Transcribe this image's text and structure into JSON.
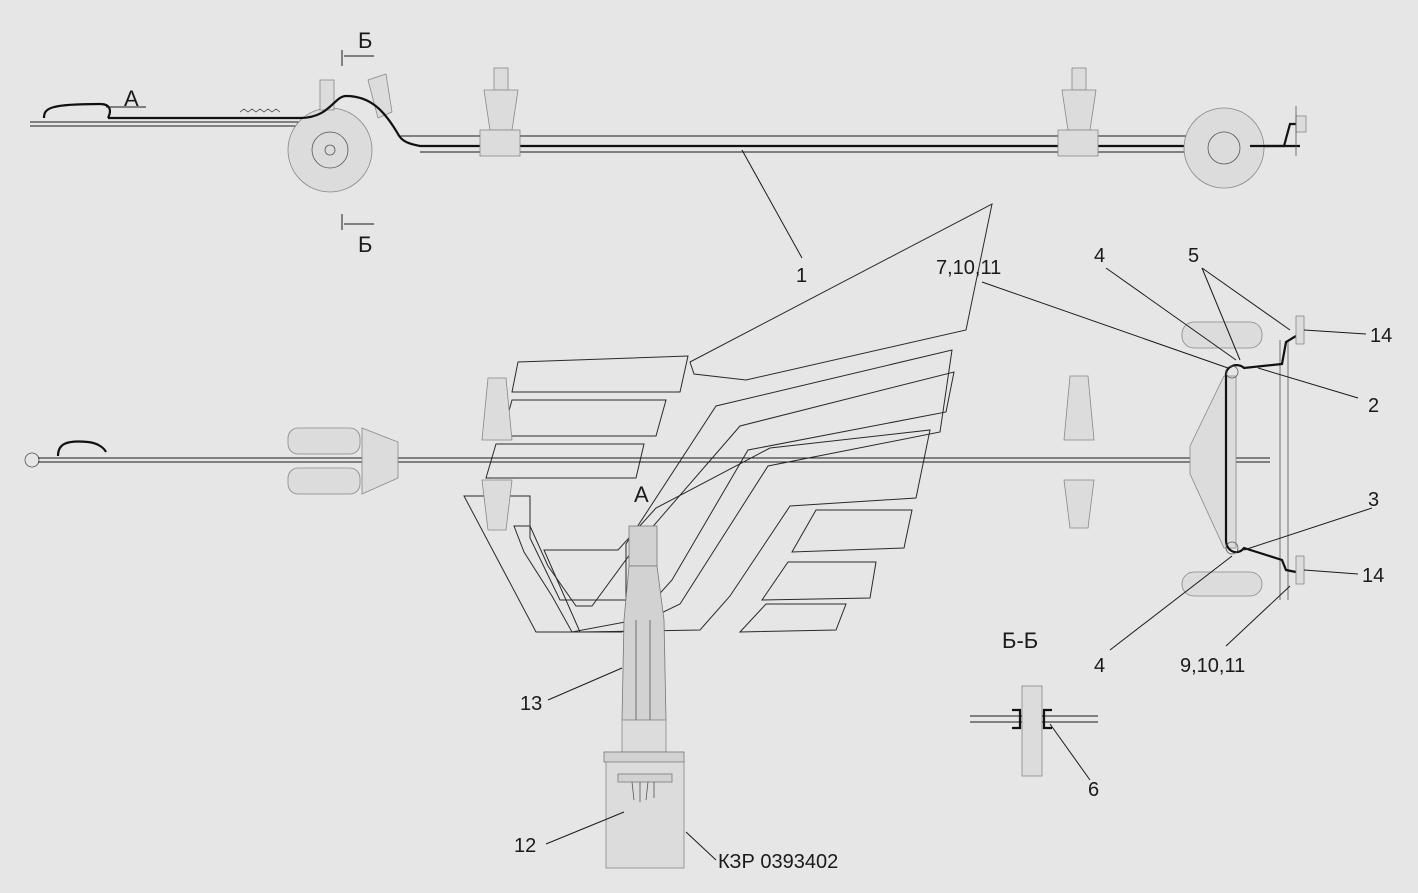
{
  "labels": {
    "view_a_top": "А",
    "section_mark_top_letter": "Б",
    "section_mark_bottom_letter": "Б",
    "pos_1": "1",
    "pos_7_10_11": "7,10,11",
    "pos_4_top": "4",
    "pos_5": "5",
    "pos_14_top": "14",
    "pos_2": "2",
    "pos_3": "3",
    "pos_14_bottom": "14",
    "pos_4_bottom": "4",
    "pos_9_10_11": "9,10,11",
    "section_title": "Б-Б",
    "pos_6": "6",
    "view_a_detail": "А",
    "pos_13": "13",
    "pos_12": "12",
    "part_code": "КЗР 0393402"
  },
  "colors": {
    "background": "#e6e6e6",
    "line": "#1a1a1a",
    "watermark": "#2a2a2a"
  }
}
